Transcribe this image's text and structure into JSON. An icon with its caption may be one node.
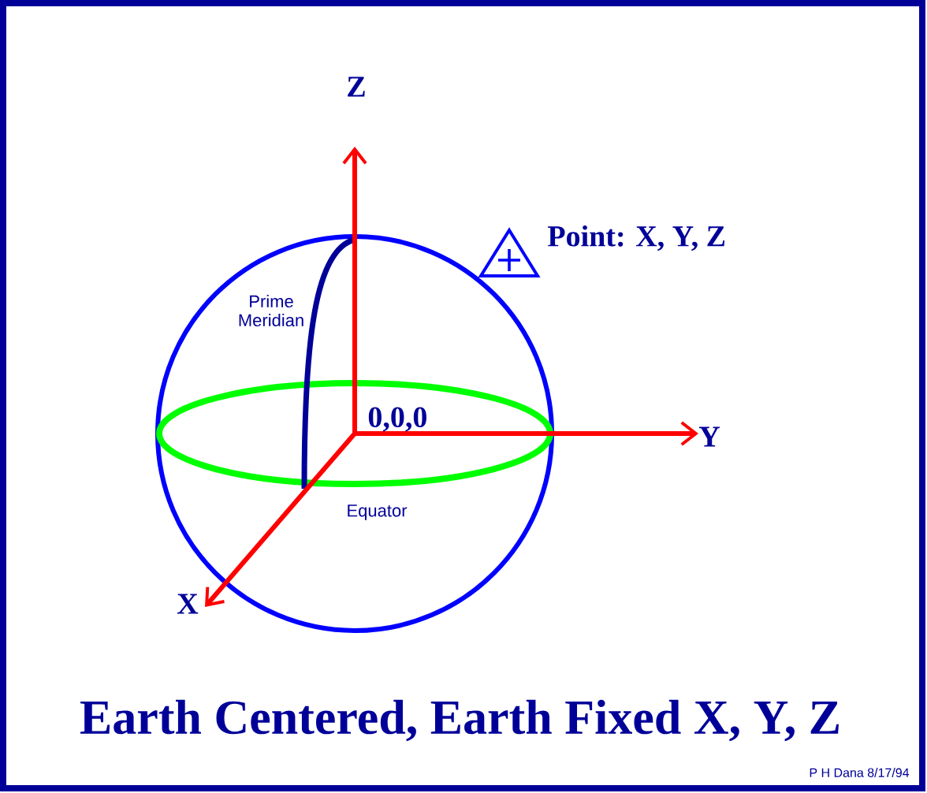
{
  "diagram": {
    "title": "Earth Centered, Earth Fixed X, Y, Z",
    "labels": [
      "Z",
      "Point: X, Y, Z",
      "Prime Meridian",
      "0,0,0",
      "Y",
      "Equator",
      "X",
      "P H Dana 8/17/94"
    ]
  }
}
